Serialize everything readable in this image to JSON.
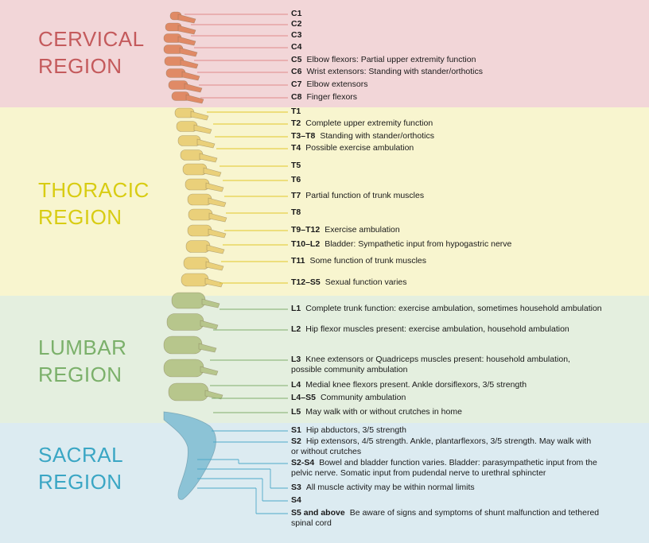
{
  "colors": {
    "cervical_bg": "#f2d6d8",
    "thoracic_bg": "#f8f5cf",
    "lumbar_bg": "#e4efdf",
    "sacral_bg": "#dcebf1",
    "cervical_title": "#c45a5c",
    "thoracic_title": "#d8cc12",
    "lumbar_title": "#7bb06a",
    "sacral_title": "#3aa6c4",
    "cervical_line": "#e08a8a",
    "thoracic_line": "#e2c62a",
    "lumbar_line": "#7fae6b",
    "sacral_line": "#4ea9c9",
    "cervical_bone": "#e08a66",
    "thoracic_bone": "#ead07a",
    "lumbar_bone": "#b7c68c",
    "sacral_bone": "#8cc3d6"
  },
  "regions": [
    {
      "id": "cervical",
      "line1": "CERVICAL",
      "line2": "REGION"
    },
    {
      "id": "thoracic",
      "line1": "THORACIC",
      "line2": "REGION"
    },
    {
      "id": "lumbar",
      "line1": "LUMBAR",
      "line2": "REGION"
    },
    {
      "id": "sacral",
      "line1": "SACRAL",
      "line2": "REGION"
    }
  ],
  "levels": [
    {
      "code": "C1",
      "desc": "",
      "region": "cervical"
    },
    {
      "code": "C2",
      "desc": "",
      "region": "cervical"
    },
    {
      "code": "C3",
      "desc": "",
      "region": "cervical"
    },
    {
      "code": "C4",
      "desc": "",
      "region": "cervical"
    },
    {
      "code": "C5",
      "desc": "Elbow flexors: Partial upper extremity function",
      "region": "cervical"
    },
    {
      "code": "C6",
      "desc": "Wrist extensors: Standing with stander/orthotics",
      "region": "cervical"
    },
    {
      "code": "C7",
      "desc": "Elbow extensors",
      "region": "cervical"
    },
    {
      "code": "C8",
      "desc": "Finger flexors",
      "region": "cervical"
    },
    {
      "code": "T1",
      "desc": "",
      "region": "thoracic"
    },
    {
      "code": "T2",
      "desc": "Complete upper extremity function",
      "region": "thoracic"
    },
    {
      "code": "T3–T8",
      "desc": "Standing with stander/orthotics",
      "region": "thoracic"
    },
    {
      "code": "T4",
      "desc": "Possible exercise ambulation",
      "region": "thoracic"
    },
    {
      "code": "T5",
      "desc": "",
      "region": "thoracic"
    },
    {
      "code": "T6",
      "desc": "",
      "region": "thoracic"
    },
    {
      "code": "T7",
      "desc": "Partial function of trunk muscles",
      "region": "thoracic"
    },
    {
      "code": "T8",
      "desc": "",
      "region": "thoracic"
    },
    {
      "code": "T9–T12",
      "desc": "Exercise ambulation",
      "region": "thoracic"
    },
    {
      "code": "T10–L2",
      "desc": "Bladder: Sympathetic input from hypogastric nerve",
      "region": "thoracic"
    },
    {
      "code": "T11",
      "desc": "Some function of trunk muscles",
      "region": "thoracic"
    },
    {
      "code": "T12–S5",
      "desc": "Sexual function varies",
      "region": "thoracic"
    },
    {
      "code": "L1",
      "desc": "Complete trunk function: exercise ambulation, sometimes household ambulation",
      "region": "lumbar"
    },
    {
      "code": "L2",
      "desc": "Hip flexor muscles present: exercise ambulation, household ambulation",
      "region": "lumbar"
    },
    {
      "code": "L3",
      "desc": "Knee extensors or Quadriceps muscles present: household ambulation,",
      "desc2": "possible community ambulation",
      "region": "lumbar"
    },
    {
      "code": "L4",
      "desc": "Medial knee flexors present. Ankle dorsiflexors, 3/5 strength",
      "region": "lumbar"
    },
    {
      "code": "L4–S5",
      "desc": "Community ambulation",
      "region": "lumbar"
    },
    {
      "code": "L5",
      "desc": "May walk with or without crutches in home",
      "region": "lumbar"
    },
    {
      "code": "S1",
      "desc": "Hip abductors, 3/5 strength",
      "region": "sacral"
    },
    {
      "code": "S2",
      "desc": "Hip extensors, 4/5 strength. Ankle, plantarflexors, 3/5 strength. May walk with",
      "desc2": "or without crutches",
      "region": "sacral"
    },
    {
      "code": "S2-S4",
      "desc": "Bowel and bladder function varies. Bladder: parasympathetic input from the",
      "desc2": "pelvic nerve. Somatic input from pudendal  nerve to urethral sphincter",
      "region": "sacral"
    },
    {
      "code": "S3",
      "desc": "All muscle activity may be within normal limits",
      "region": "sacral"
    },
    {
      "code": "S4",
      "desc": "",
      "region": "sacral"
    },
    {
      "code": "S5 and above",
      "desc": "Be aware of signs and symptoms of shunt malfunction and tethered",
      "desc2": "spinal  cord",
      "region": "sacral"
    }
  ]
}
